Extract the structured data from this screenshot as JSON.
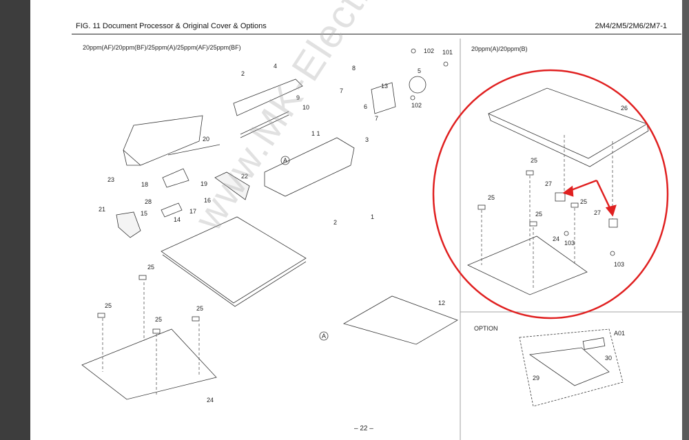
{
  "header": {
    "title": "FIG.  11  Document Processor & Original Cover & Options",
    "code": "2M4/2M5/2M6/2M7-1"
  },
  "sections": {
    "left_caption": "20ppm(AF)/20ppm(BF)/25ppm(A)/25ppm(AF)/25ppm(BF)",
    "right_caption": "20ppm(A)/20ppm(B)",
    "option_caption": "OPTION"
  },
  "callouts": {
    "c1": "1",
    "c2a": "2",
    "c2b": "2",
    "c3": "3",
    "c4": "4",
    "c5": "5",
    "c6": "6",
    "c7a": "7",
    "c7b": "7",
    "c8": "8",
    "c9": "9",
    "c10": "10",
    "c11": "1 1",
    "c12": "12",
    "c13": "13",
    "c14": "14",
    "c15": "15",
    "c16": "16",
    "c17": "17",
    "c18": "18",
    "c19": "19",
    "c20": "20",
    "c21": "21",
    "c22": "22",
    "c23": "23",
    "c24a": "24",
    "c24b": "24",
    "c25a": "25",
    "c25b": "25",
    "c25c": "25",
    "c25d": "25",
    "c25e": "25",
    "c25f": "25",
    "c25g": "25",
    "c25h": "25",
    "c26": "26",
    "c27a": "27",
    "c27b": "27",
    "c28": "28",
    "c29": "29",
    "c30": "30",
    "c101": "101",
    "c102a": "102",
    "c102b": "102",
    "c103a": "103",
    "c103b": "103",
    "cA01": "A01",
    "markerA1": "A",
    "markerA2": "A"
  },
  "footer": {
    "page": "– 22 –"
  },
  "watermark": "www.MK-Electronic.de",
  "colors": {
    "highlight_circle": "#e02020",
    "line_art": "#333333",
    "page_bg": "#ffffff"
  }
}
